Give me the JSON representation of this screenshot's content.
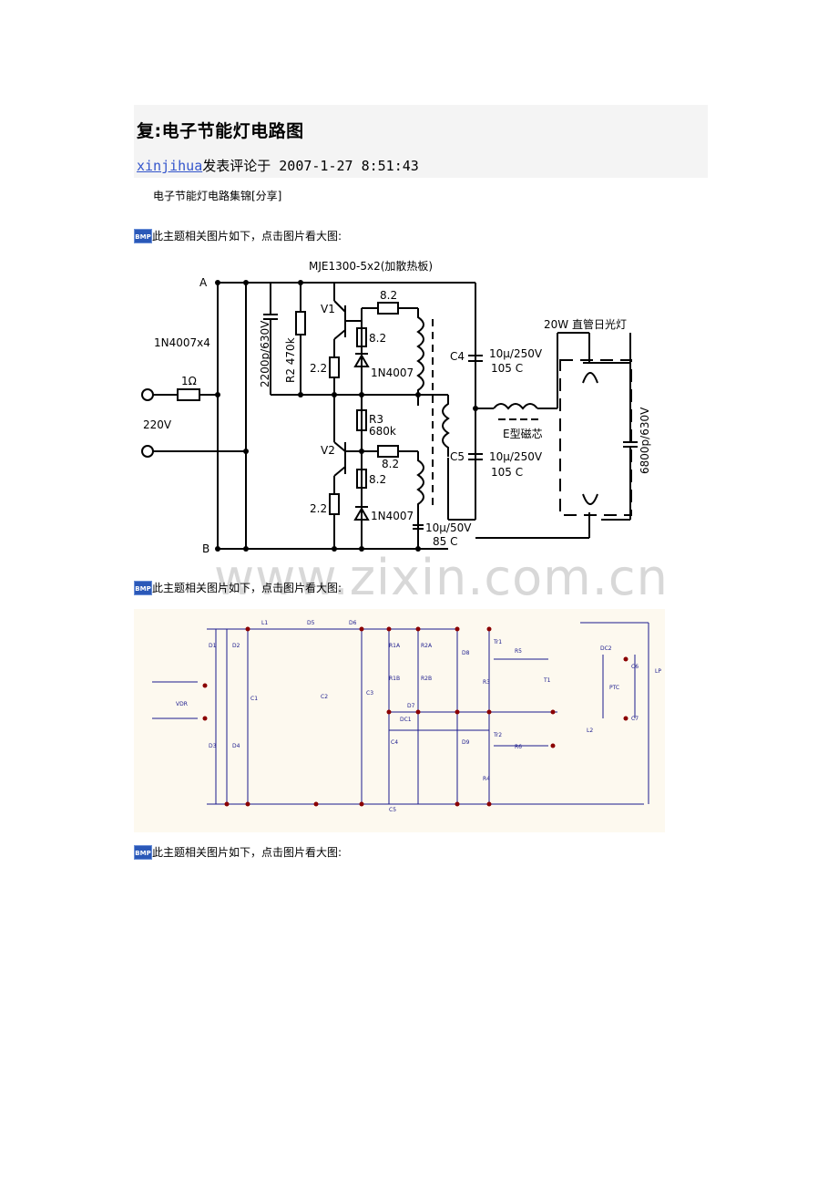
{
  "post": {
    "title": "复:电子节能灯电路图",
    "author": "xinjihua",
    "meta_suffix": "发表评论于 2007-1-27 8:51:43"
  },
  "subtitle": "电子节能灯电路集锦[分享]",
  "image_caption": "此主题相关图片如下，点击图片看大图:",
  "bmp_icon_label": "BMP",
  "watermark": "www.zixin.com.cn",
  "circuit1": {
    "top_label": "MJE1300-5x2(加散热板)",
    "node_a": "A",
    "node_b": "B",
    "diodes": "1N4007x4",
    "r_in": "1Ω",
    "mains": "220V",
    "c_start": "2200p/630V",
    "r2": "R2 470k",
    "v1": "V1",
    "v2": "V2",
    "r_b1": "8.2",
    "r_e1": "8.2",
    "r_x1": "2.2",
    "d1": "1N4007",
    "r3": "R3",
    "r3_val": "680k",
    "r_b2": "8.2",
    "r_e2": "8.2",
    "r_x2": "2.2",
    "d2": "1N4007",
    "c_small": "10μ/50V",
    "c_small_t": "85 C",
    "c4": "C4",
    "c4_val": "10μ/250V",
    "c4_t": "105 C",
    "c5": "C5",
    "c5_val": "10μ/250V",
    "c5_t": "105 C",
    "core": "E型磁芯",
    "lamp": "20W 直管日光灯",
    "c_lamp": "6800p/630V"
  },
  "circuit2": {
    "labels": [
      "L1",
      "D5",
      "D6",
      "D1",
      "D2",
      "D3",
      "D4",
      "VDR",
      "C1",
      "C2",
      "C3",
      "R1A",
      "R1B",
      "R2A",
      "R2B",
      "D7",
      "DC1",
      "C4",
      "D8",
      "D9",
      "C5",
      "Tr1",
      "Tr2",
      "R3",
      "R4",
      "R5",
      "R6",
      "T1",
      "L2",
      "DC2",
      "PTC",
      "C6",
      "C7",
      "LP"
    ]
  }
}
